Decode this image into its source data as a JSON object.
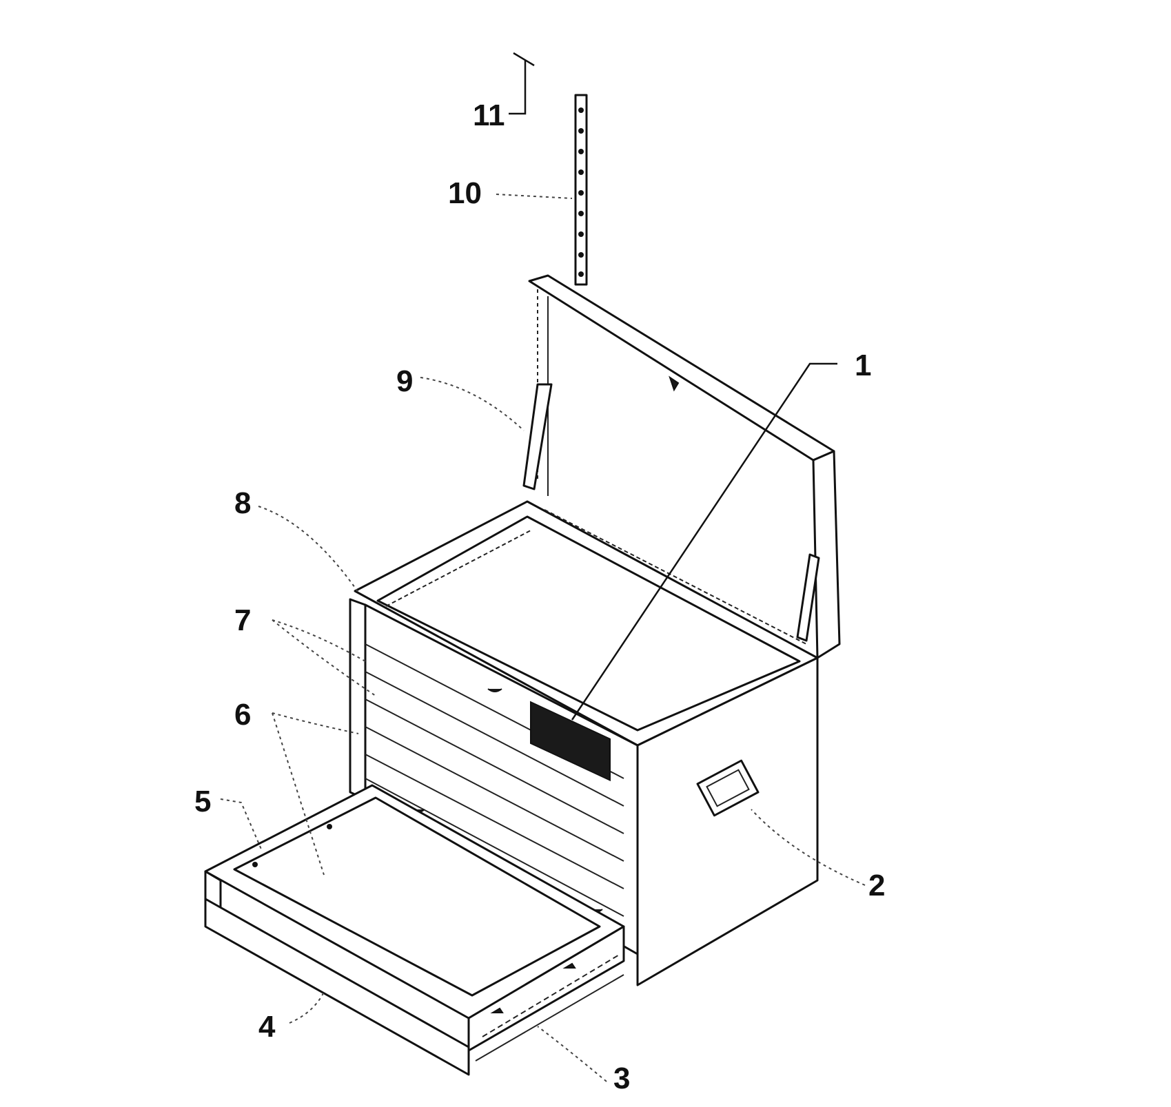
{
  "diagram": {
    "callouts": [
      {
        "id": "11",
        "label": "11"
      },
      {
        "id": "10",
        "label": "10"
      },
      {
        "id": "9",
        "label": "9"
      },
      {
        "id": "8",
        "label": "8"
      },
      {
        "id": "7",
        "label": "7"
      },
      {
        "id": "6",
        "label": "6"
      },
      {
        "id": "5",
        "label": "5"
      },
      {
        "id": "4",
        "label": "4"
      },
      {
        "id": "3",
        "label": "3"
      },
      {
        "id": "2",
        "label": "2"
      },
      {
        "id": "1",
        "label": "1"
      }
    ]
  }
}
